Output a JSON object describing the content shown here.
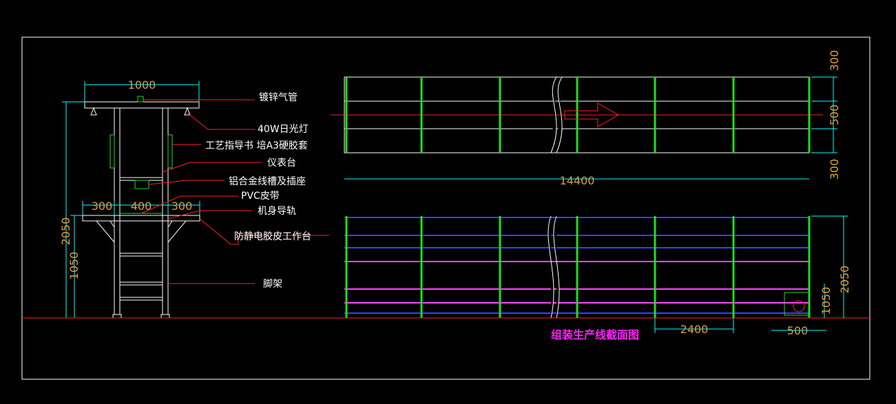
{
  "colors": {
    "background": "#000000",
    "frame": "#ffffff",
    "dimension": "#d9a040",
    "extension": "#00ffff",
    "leader": "#ff2020",
    "post": "#22dd22",
    "beam_blue": "#3344ff",
    "beam_magenta": "#ff44ff",
    "structure": "#ffffff",
    "title": "#ff22ff"
  },
  "side_view": {
    "dims": {
      "top_width": "1000",
      "total_height": "2050",
      "table_height": "1050",
      "left_shelf": "300",
      "middle": "400",
      "right_shelf": "300"
    },
    "callouts": [
      "镀锌气管",
      "40W日光灯",
      "工艺指导书 培A3硬胶套",
      "仪表台",
      "铝合金线槽及插座",
      "PVC皮带",
      "机身导轨",
      "防静电胶皮工作台",
      "脚架"
    ]
  },
  "top_view": {
    "dims": {
      "length": "14400",
      "top": "300",
      "middle": "500",
      "bottom": "300"
    }
  },
  "front_view": {
    "dims": {
      "segment": "2400",
      "end_width": "500",
      "table_height": "1050",
      "total_height": "2050"
    }
  },
  "title": "组装生产线截面图"
}
